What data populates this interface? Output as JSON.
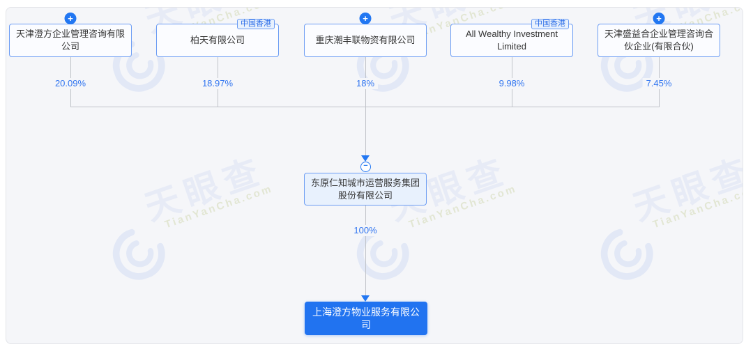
{
  "watermark": {
    "brand": "天眼查",
    "domain": "TianYanCha.com"
  },
  "icons": {
    "expand": "+",
    "collapse": "−"
  },
  "colors": {
    "accent_blue": "#2277f2",
    "percent_text": "#2f74f0",
    "node_border": "#6b9cf3",
    "node_fill": "#fbfcff",
    "mid_node_fill": "#e8f1fd",
    "target_node_fill": "#2173f0",
    "connector_line": "#c0c3c9",
    "canvas_bg": "#f5f6f9"
  },
  "diagram": {
    "shareholders": [
      {
        "name": "天津澄方企业管理咨询有限公司",
        "percent": "20.09%",
        "expandable": true
      },
      {
        "name": "柏天有限公司",
        "percent": "18.97%",
        "tag": "中国香港"
      },
      {
        "name": "重庆潮丰联物资有限公司",
        "percent": "18%",
        "expandable": true
      },
      {
        "name": "All Wealthy Investment Limited",
        "percent": "9.98%",
        "tag": "中国香港"
      },
      {
        "name": "天津盛益合企业管理咨询合伙企业(有限合伙)",
        "percent": "7.45%",
        "expandable": true
      }
    ],
    "parent_company": {
      "name": "东原仁知城市运营服务集团股份有限公司"
    },
    "ownership_percent": "100%",
    "target_company": {
      "name": "上海澄方物业服务有限公司"
    }
  }
}
